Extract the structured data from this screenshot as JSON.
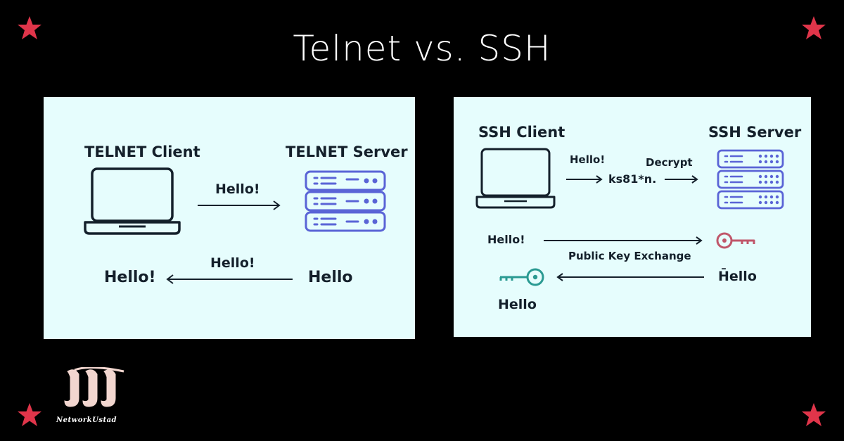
{
  "title": "Telnet vs. SSH",
  "colors": {
    "background": "#000000",
    "panel": "#e6fdfd",
    "text": "#14202b",
    "server_blue": "#5a64d6",
    "star_red": "#e0354a",
    "key_pink": "#c0566a",
    "key_teal": "#2a9a92"
  },
  "telnet": {
    "client_label": "TELNET Client",
    "server_label": "TELNET Server",
    "message_to_server": "Hello!",
    "message_from_server_label": "Hello!",
    "server_message": "Hello",
    "client_received": "Hello!"
  },
  "ssh": {
    "client_label": "SSH Client",
    "server_label": "SSH Server",
    "plain_message": "Hello!",
    "decrypt_label": "Decrypt",
    "ciphertext": "ks81*n.",
    "client_message": "Hello!",
    "exchange_label": "Public Key Exchange",
    "server_message": "H̄ello",
    "client_received": "Hello"
  },
  "logo": {
    "brand": "NetworkUstad"
  }
}
